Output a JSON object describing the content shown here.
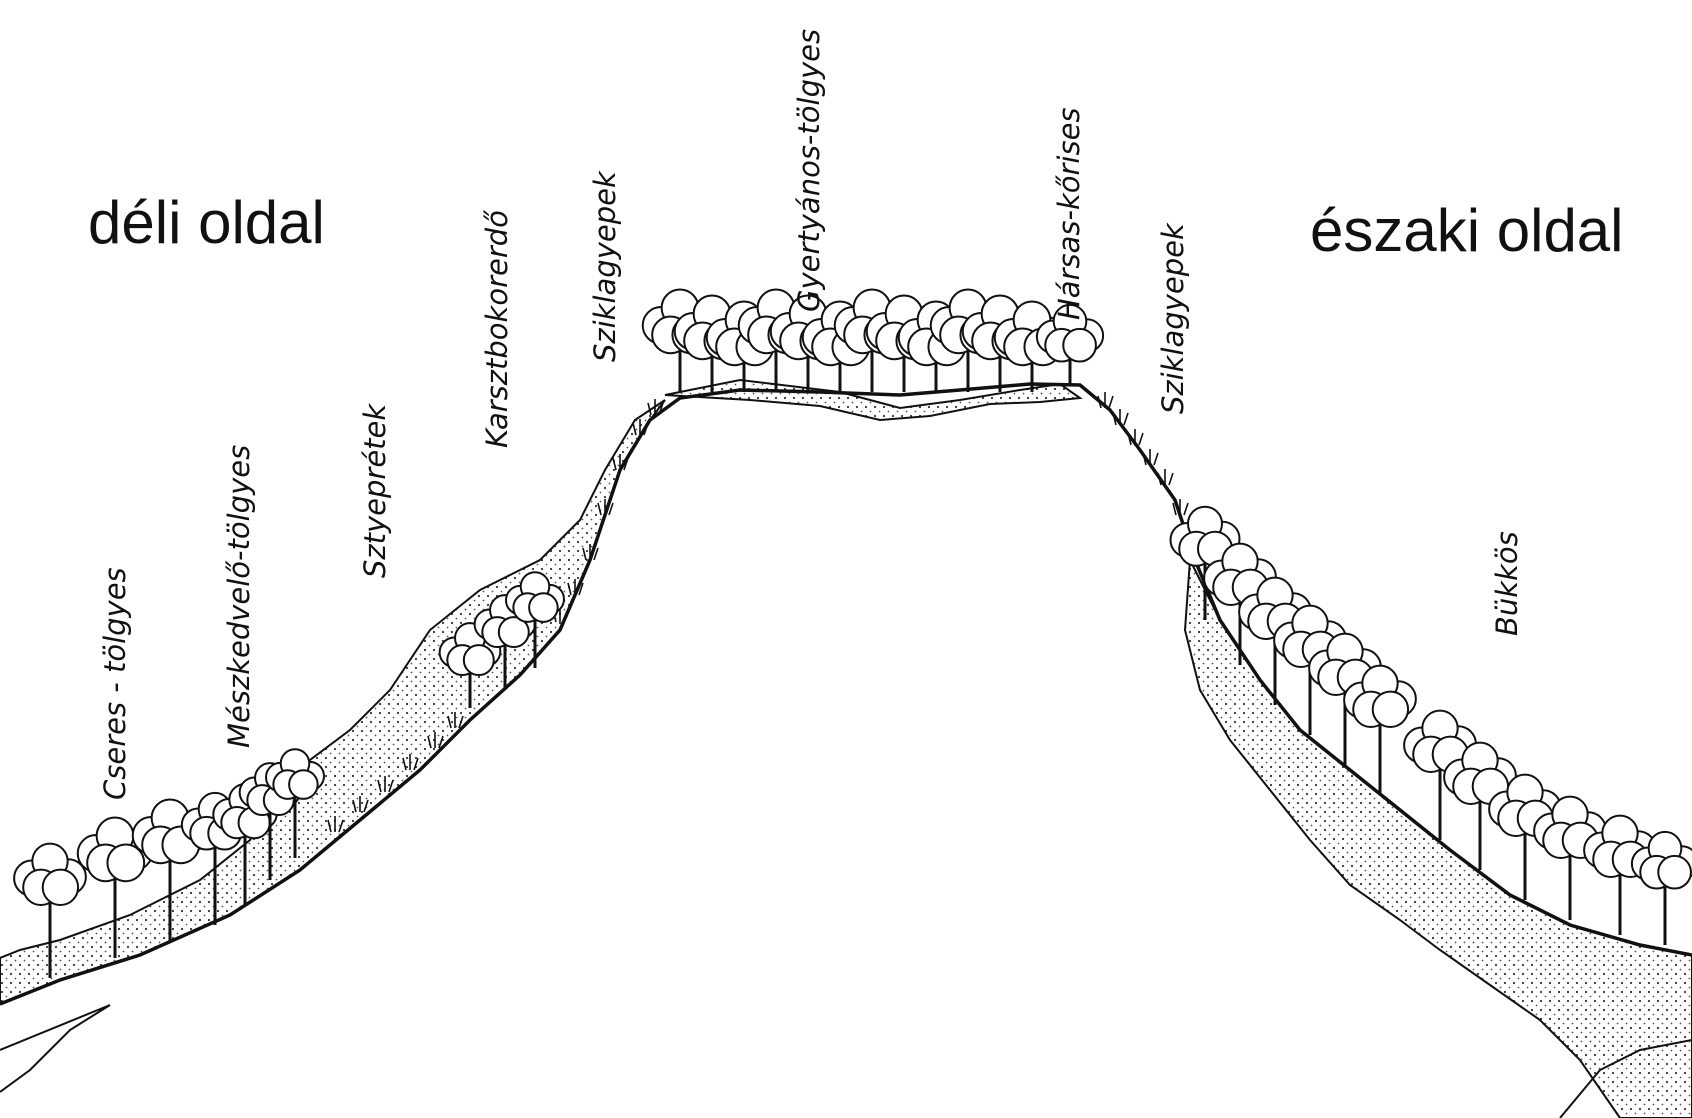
{
  "sides": {
    "south": "déli oldal",
    "north": "északi oldal"
  },
  "zones": {
    "cseres": "Cseres - tölgyes",
    "meszkedvelo": "Mészkedvelő-tölgyes",
    "sztyeppretek": "Sztyeprétek",
    "karszt": "Karsztbokorerdő",
    "sziklagyep_s": "Sziklagyepek",
    "gyertyanos": "Gyertyános-tölgyes",
    "harsas": "Hársas-kőrises",
    "sziklagyep_n": "Sziklagyepek",
    "bukkos": "Bükkös"
  },
  "colors": {
    "ink": "#111111",
    "background": "#ffffff"
  }
}
